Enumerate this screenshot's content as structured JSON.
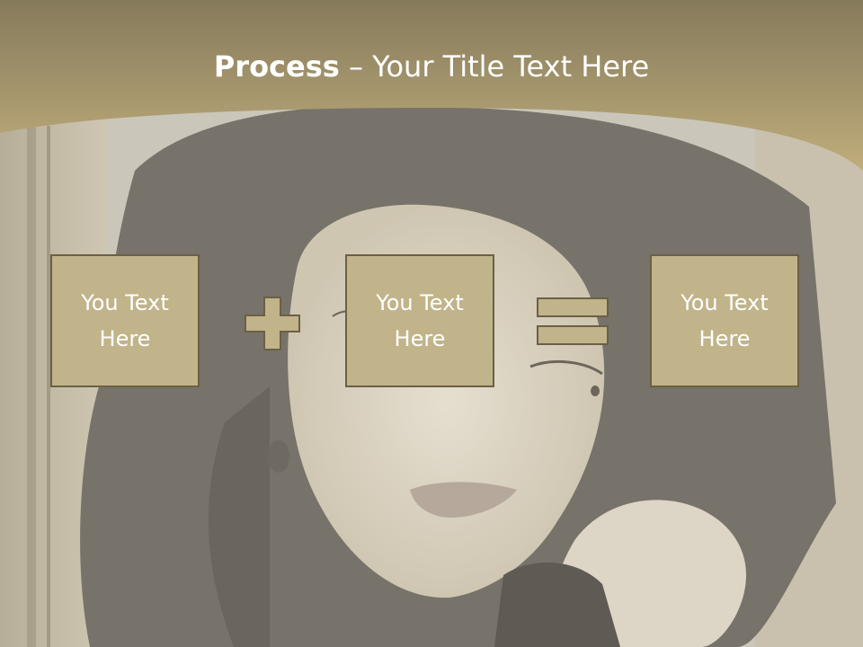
{
  "title": {
    "bold": "Process",
    "rest": " – Your Title Text Here"
  },
  "boxes": [
    {
      "text": "You Text Here"
    },
    {
      "text": "You Text Here"
    },
    {
      "text": "You Text Here"
    }
  ],
  "operators": {
    "first": "plus-icon",
    "second": "equals-icon"
  },
  "colors": {
    "header_top": "#857a5b",
    "header_bottom": "#c0ad7b",
    "box_fill": "#c1b48a",
    "box_border": "#6b6045",
    "operator_fill": "#c1b48a"
  }
}
